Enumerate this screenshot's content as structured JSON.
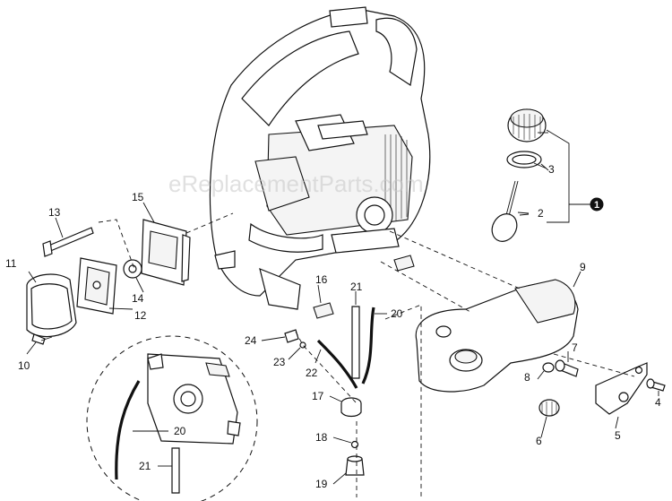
{
  "watermark": "eReplacementParts.com",
  "callouts": [
    {
      "id": "kit",
      "text": "1"
    },
    {
      "id": "p2",
      "text": "2"
    },
    {
      "id": "p3",
      "text": "3"
    },
    {
      "id": "p4",
      "text": "4"
    },
    {
      "id": "p5",
      "text": "5"
    },
    {
      "id": "p6",
      "text": "6"
    },
    {
      "id": "p7",
      "text": "7"
    },
    {
      "id": "p8",
      "text": "8"
    },
    {
      "id": "p9",
      "text": "9"
    },
    {
      "id": "p10",
      "text": "10"
    },
    {
      "id": "p11",
      "text": "11"
    },
    {
      "id": "p12",
      "text": "12"
    },
    {
      "id": "p13",
      "text": "13"
    },
    {
      "id": "p14",
      "text": "14"
    },
    {
      "id": "p15",
      "text": "15"
    },
    {
      "id": "p16",
      "text": "16"
    },
    {
      "id": "p17",
      "text": "17"
    },
    {
      "id": "p18",
      "text": "18"
    },
    {
      "id": "p19",
      "text": "19"
    },
    {
      "id": "p20",
      "text": "20"
    },
    {
      "id": "p20b",
      "text": "20"
    },
    {
      "id": "p21",
      "text": "21"
    },
    {
      "id": "p21b",
      "text": "21"
    },
    {
      "id": "p22",
      "text": "22"
    },
    {
      "id": "p23",
      "text": "23"
    },
    {
      "id": "p24",
      "text": "24"
    }
  ]
}
